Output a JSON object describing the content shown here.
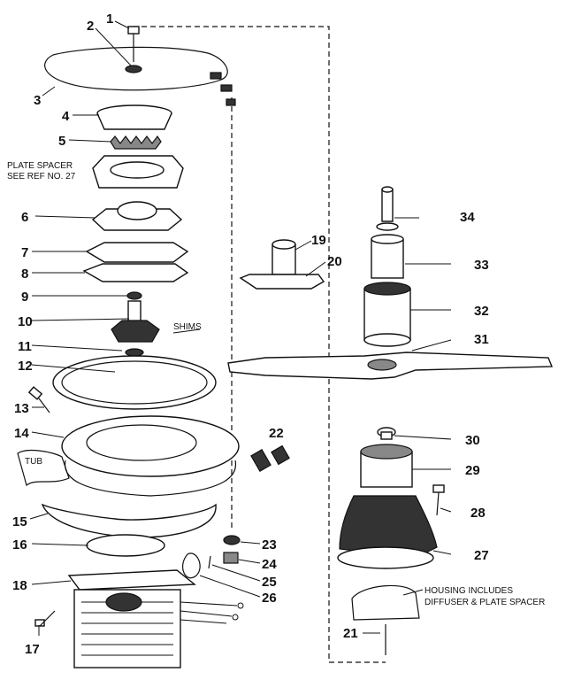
{
  "callouts": {
    "n1": "1",
    "n2": "2",
    "n3": "3",
    "n4": "4",
    "n5": "5",
    "n6": "6",
    "n7": "7",
    "n8": "8",
    "n9": "9",
    "n10": "10",
    "n11": "11",
    "n12": "12",
    "n13": "13",
    "n14": "14",
    "n15": "15",
    "n16": "16",
    "n17": "17",
    "n18": "18",
    "n19": "19",
    "n20": "20",
    "n21": "21",
    "n22": "22",
    "n23": "23",
    "n24": "24",
    "n25": "25",
    "n26": "26",
    "n27": "27",
    "n28": "28",
    "n29": "29",
    "n30": "30",
    "n31": "31",
    "n32": "32",
    "n33": "33",
    "n34": "34"
  },
  "notes": {
    "plate_spacer_line1": "PLATE SPACER",
    "plate_spacer_line2": "SEE REF NO. 27",
    "shims": "SHIMS",
    "tub": "TUB",
    "housing_line1": "HOUSING INCLUDES",
    "housing_line2": "DIFFUSER & PLATE SPACER"
  }
}
